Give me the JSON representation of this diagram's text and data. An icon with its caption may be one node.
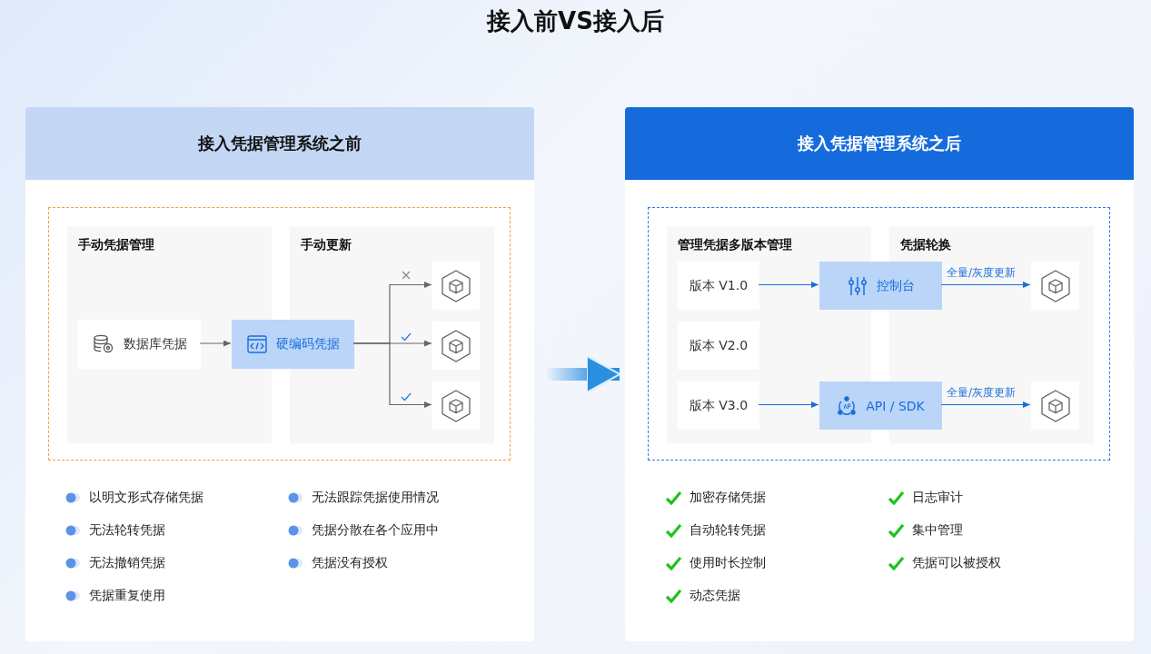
{
  "diagram": {
    "title": "接入前VS接入后",
    "nodes": [
      {
        "text": [
          "接入凭据管理系统之前"
        ]
      },
      {
        "text": [],
        "shape": "box",
        "in": 0
      },
      {
        "text": [
          "手动凭据管理"
        ],
        "in": 1
      },
      {
        "text": [
          "手动更新"
        ],
        "in": 1
      },
      {
        "text": [
          "数据库凭据"
        ],
        "in": 2
      },
      {
        "text": [
          "硬编码凭据"
        ],
        "in": 1
      },
      {
        "text": [],
        "shape": "box",
        "in": 3
      },
      {
        "text": [],
        "shape": "box",
        "in": 3
      },
      {
        "text": [],
        "shape": "box",
        "in": 3
      },
      {
        "text": [
          "接入凭据管理系统之后"
        ]
      },
      {
        "text": [],
        "shape": "box",
        "in": 9
      },
      {
        "text": [
          "管理凭据多版本管理"
        ],
        "in": 10
      },
      {
        "text": [
          "凭据轮换"
        ],
        "in": 10
      },
      {
        "text": [
          "版本 V1.0"
        ],
        "in": 11
      },
      {
        "text": [
          "版本 V2.0"
        ],
        "in": 11
      },
      {
        "text": [
          "版本 V3.0"
        ],
        "in": 11
      },
      {
        "text": [
          "控制台"
        ],
        "in": 10
      },
      {
        "text": [
          "API / SDK"
        ],
        "in": 10
      },
      {
        "text": [],
        "shape": "box",
        "in": 12
      },
      {
        "text": [],
        "shape": "box",
        "in": 12
      }
    ],
    "edges": [
      {
        "from": 4,
        "to": 5,
        "arrow": "to"
      },
      {
        "from": 5,
        "to": 6,
        "arrow": "to"
      },
      {
        "from": 5,
        "to": 7,
        "arrow": "to"
      },
      {
        "from": 5,
        "to": 8,
        "arrow": "to"
      },
      {
        "from": 13,
        "to": 16,
        "arrow": "to",
        "color": "#1a6ddd"
      },
      {
        "from": 15,
        "to": 17,
        "arrow": "to",
        "color": "#1a6ddd"
      },
      {
        "from": 16,
        "to": 18,
        "arrow": "to",
        "color": "#1a6ddd",
        "label": "全量/灰度更新"
      },
      {
        "from": 17,
        "to": 19,
        "arrow": "to",
        "color": "#1a6ddd",
        "label": "全量/灰度更新"
      },
      {
        "from": 0,
        "to": 9,
        "arrow": "to",
        "style": "thick",
        "color": "#2b8fe0"
      }
    ],
    "labels": [
      "以明文形式存储凭据",
      "无法跟踪凭据使用情况",
      "无法轮转凭据",
      "凭据分散在各个应用中",
      "无法撤销凭据",
      "凭据没有授权",
      "凭据重复使用",
      "加密存储凭据",
      "日志审计",
      "自动轮转凭据",
      "集中管理",
      "使用时长控制",
      "凭据可以被授权",
      "动态凭据"
    ]
  }
}
